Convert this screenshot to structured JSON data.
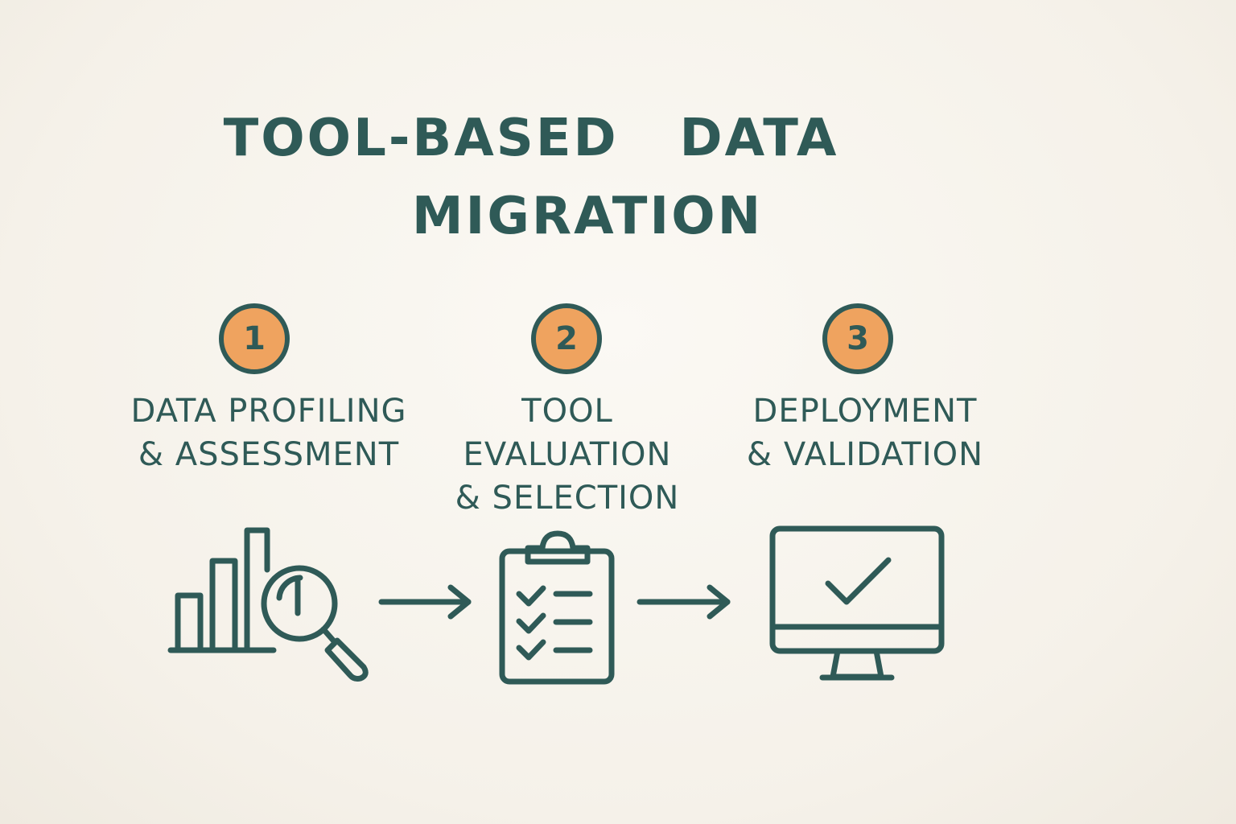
{
  "title": {
    "line1": "TOOL-BASED   DATA",
    "line2": "MIGRATION"
  },
  "steps": [
    {
      "number": "1",
      "label_lines": [
        "DATA PROFILING",
        "& ASSESSMENT"
      ],
      "icon": "bar-chart-magnifier-icon"
    },
    {
      "number": "2",
      "label_lines": [
        "TOOL",
        "EVALUATION",
        "& SELECTION"
      ],
      "icon": "clipboard-checklist-icon"
    },
    {
      "number": "3",
      "label_lines": [
        "DEPLOYMENT",
        "& VALIDATION"
      ],
      "icon": "monitor-checkmark-icon"
    }
  ],
  "colors": {
    "ink": "#2f5a57",
    "accent": "#efa35f",
    "background": "#f7f4ee"
  }
}
